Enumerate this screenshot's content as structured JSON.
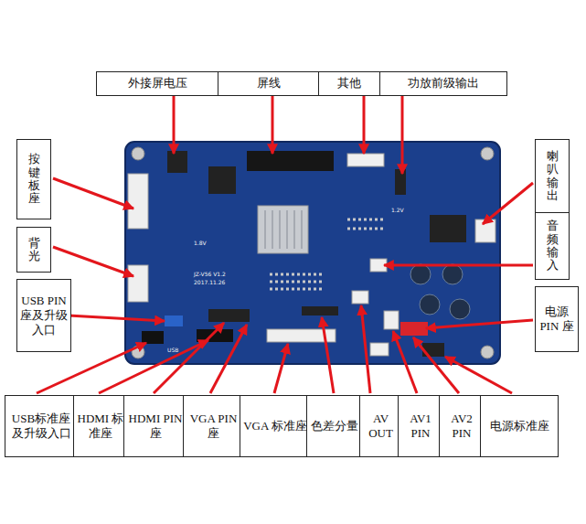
{
  "diagram": {
    "nodes": [
      {
        "text": [
          "外接屏电压"
        ]
      },
      {
        "text": [
          "屏线"
        ]
      },
      {
        "text": [
          "其他"
        ]
      },
      {
        "text": [
          "功放前级输出"
        ]
      },
      {
        "text": [
          "按键板座"
        ]
      },
      {
        "text": [
          "喇叭输出"
        ]
      },
      {
        "text": [
          "背光"
        ]
      },
      {
        "text": [
          "音频输入"
        ]
      },
      {
        "text": [
          "USB PIN 座及升级入口"
        ]
      },
      {
        "text": [
          "电源 PIN 座"
        ]
      },
      {
        "text": [
          "USB标准座及升级入口"
        ]
      },
      {
        "text": [
          "HDMI 标准座"
        ]
      },
      {
        "text": [
          "HDMI PIN 座"
        ]
      },
      {
        "text": [
          "VGA PIN 座"
        ]
      },
      {
        "text": [
          "VGA 标准座"
        ]
      },
      {
        "text": [
          "色差分量"
        ]
      },
      {
        "text": [
          "AV OUT"
        ]
      },
      {
        "text": [
          "AV1 PIN"
        ]
      },
      {
        "text": [
          "AV2 PIN"
        ]
      },
      {
        "text": [
          "电源标准座"
        ]
      }
    ],
    "labels": [
      "JZ-V56 V1.2",
      "2017.11.26",
      "USB",
      "1.8V",
      "1.2V"
    ]
  }
}
